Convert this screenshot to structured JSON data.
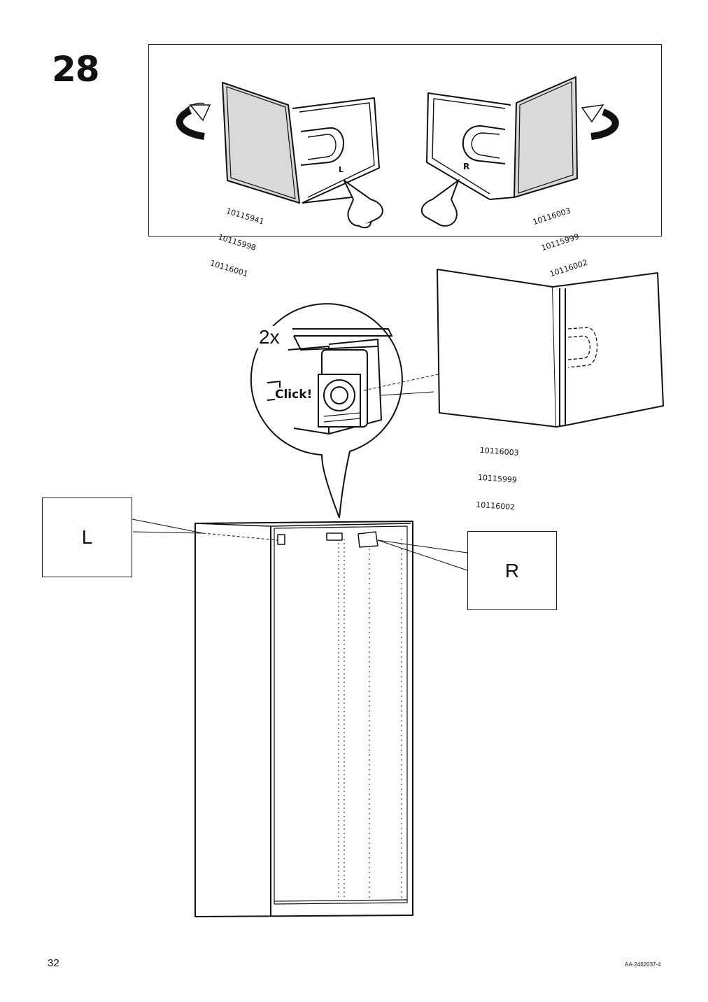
{
  "step": {
    "number": "28"
  },
  "top_panel": {
    "left_hinge": {
      "side_mark": "L",
      "codes": [
        "10115941",
        "10115998",
        "10116001"
      ]
    },
    "right_hinge": {
      "side_mark": "R",
      "codes": [
        "10116003",
        "10115999",
        "10116002"
      ]
    }
  },
  "detail": {
    "quantity": "2x",
    "click_label": "Click!",
    "codes": [
      "10116003",
      "10115999",
      "10116002"
    ]
  },
  "callouts": {
    "left": "L",
    "right": "R"
  },
  "footer": {
    "page_number": "32",
    "doc_code": "AA-2462037-4"
  }
}
